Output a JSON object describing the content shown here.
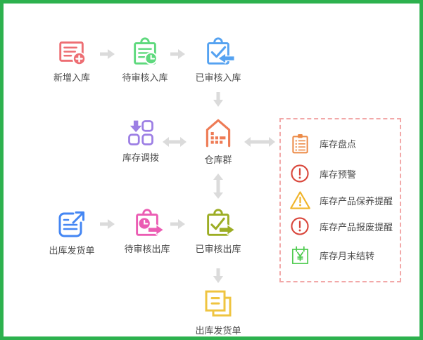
{
  "canvas": {
    "border_color": "#2DB14E",
    "background": "#FFFFFF",
    "arrow_color": "#DBDBDB"
  },
  "nodes": {
    "new_inbound": {
      "label": "新增入库",
      "icon": "document-add-icon",
      "color": "#ED6E73"
    },
    "pending_inbound": {
      "label": "待审核入库",
      "icon": "clipboard-clock-icon",
      "color": "#5ED97D"
    },
    "approved_inbound": {
      "label": "已审核入库",
      "icon": "clipboard-check-in-icon",
      "color": "#55A2F1"
    },
    "transfer": {
      "label": "库存调拨",
      "icon": "transfer-grid-icon",
      "color": "#9C7EE4"
    },
    "warehouse": {
      "label": "仓库群",
      "icon": "warehouse-icon",
      "color": "#EE7B55"
    },
    "outbound_order": {
      "label": "出库发货单",
      "icon": "document-export-icon",
      "color": "#4486F3"
    },
    "pending_outbound": {
      "label": "待审核出库",
      "icon": "clipboard-clock-out-icon",
      "color": "#EB5CB3"
    },
    "approved_outbound": {
      "label": "已审核出库",
      "icon": "clipboard-check-out-icon",
      "color": "#9CAD24"
    },
    "outbound_order_final": {
      "label": "出库发货单",
      "icon": "stacked-documents-icon",
      "color": "#EFC440"
    }
  },
  "panel": {
    "border_color": "#F2A8A8",
    "items": [
      {
        "label": "库存盘点",
        "icon": "clipboard-list-icon",
        "color": "#EC8A46"
      },
      {
        "label": "库存预警",
        "icon": "alert-circle-icon",
        "color": "#D9473C"
      },
      {
        "label": "库存产品保养提醒",
        "icon": "alert-triangle-icon",
        "color": "#F0B42A"
      },
      {
        "label": "库存产品报废提醒",
        "icon": "alert-circle-icon",
        "color": "#D9473C"
      },
      {
        "label": "库存月末结转",
        "icon": "currency-calendar-icon",
        "color": "#4FCB50"
      }
    ]
  }
}
